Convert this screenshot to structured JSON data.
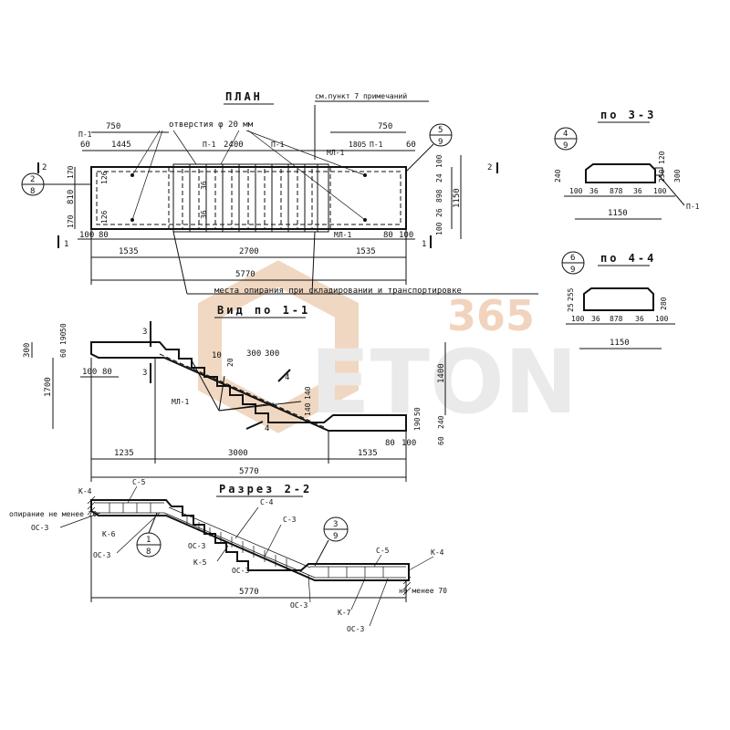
{
  "titles": {
    "plan": "ПЛАН",
    "view11": "Вид по 1-1",
    "section22": "Разрез 2-2",
    "po33": "по 3-3",
    "po44": "по 4-4"
  },
  "plan": {
    "holes": "отверстия φ 20 мм",
    "note": "см.пункт 7 примечаний",
    "support_places": "места опирания при складировании и транспортировке",
    "labels": {
      "p1a": "П-1",
      "p1b": "П-1",
      "p1c": "П-1",
      "p1d": "П-1",
      "ml1a": "МЛ-1",
      "ml1b": "МЛ-1"
    },
    "dims": {
      "d750a": "750",
      "d750b": "750",
      "d60a": "60",
      "d60b": "60",
      "d1445": "1445",
      "d2400": "2400",
      "d1805": "1805",
      "d170a": "170",
      "d810": "810",
      "d170b": "170",
      "d100l": "100",
      "d80l": "80",
      "d1535a": "1535",
      "d2700": "2700",
      "d1535b": "1535",
      "d80r": "80",
      "d100r": "100",
      "d5770": "5770",
      "d100rt": "100",
      "d24": "24",
      "d898": "898",
      "d26": "26",
      "d1150": "1150",
      "d100rb": "100",
      "d36a": "36",
      "d36b": "36",
      "d126a": "126",
      "d126b": "126"
    },
    "marks": {
      "m2": "2",
      "m8": "8",
      "m5": "5",
      "m9": "9",
      "arrow2l": "2",
      "arrow2r": "2",
      "arrow1l": "1",
      "arrow1r": "1"
    }
  },
  "view11": {
    "dims": {
      "d300": "300",
      "d60": "60",
      "d190": "190",
      "d50": "50",
      "d1700": "1700",
      "d100l": "100",
      "d80l": "80",
      "d10": "10",
      "d20": "20",
      "d300a": "300",
      "d300b": "300",
      "d1400": "1400",
      "d140a": "140",
      "d140b": "140",
      "d190r": "190",
      "d50r": "50",
      "d240": "240",
      "d60r": "60",
      "d80r": "80",
      "d100r": "100",
      "d1235": "1235",
      "d3000": "3000",
      "d1535": "1535",
      "d5770": "5770"
    },
    "labels": {
      "ml1": "МЛ-1",
      "m3a": "3",
      "m3b": "3",
      "m4a": "4",
      "m4b": "4"
    }
  },
  "section22": {
    "labels": {
      "k4a": "К-4",
      "c5a": "С-5",
      "c4": "С-4",
      "c3": "С-3",
      "ops": "опирание не менее 70",
      "oc3a": "ОС-3",
      "k6": "К-6",
      "oc3b": "ОС-3",
      "oc3c": "ОС-3",
      "k5": "К-5",
      "oc3d": "ОС-3",
      "oc3e": "ОС-3",
      "k7": "К-7",
      "oc3f": "ОС-3",
      "c5b": "С-5",
      "k4b": "К-4",
      "nm70": "не менее 70"
    },
    "marks": {
      "m1": "1",
      "m8": "8",
      "m3": "3",
      "m9": "9"
    },
    "dim": "5770"
  },
  "po33": {
    "dims": {
      "d240": "240",
      "d120": "120",
      "d250": "250",
      "d300": "300",
      "d100l": "100",
      "d36a": "36",
      "d878": "878",
      "d36b": "36",
      "d100r": "100",
      "d1150": "1150"
    },
    "label": "П-1",
    "marks": {
      "m4": "4",
      "m9": "9"
    }
  },
  "po44": {
    "dims": {
      "d255": "255",
      "d25": "25",
      "d280": "280",
      "d100l": "100",
      "d36a": "36",
      "d878": "878",
      "d36b": "36",
      "d100r": "100",
      "d1150": "1150"
    },
    "marks": {
      "m6": "6",
      "m9": "9"
    }
  },
  "watermark": {
    "top": "365",
    "main": "ETON",
    "color": "#e8c9a8"
  }
}
